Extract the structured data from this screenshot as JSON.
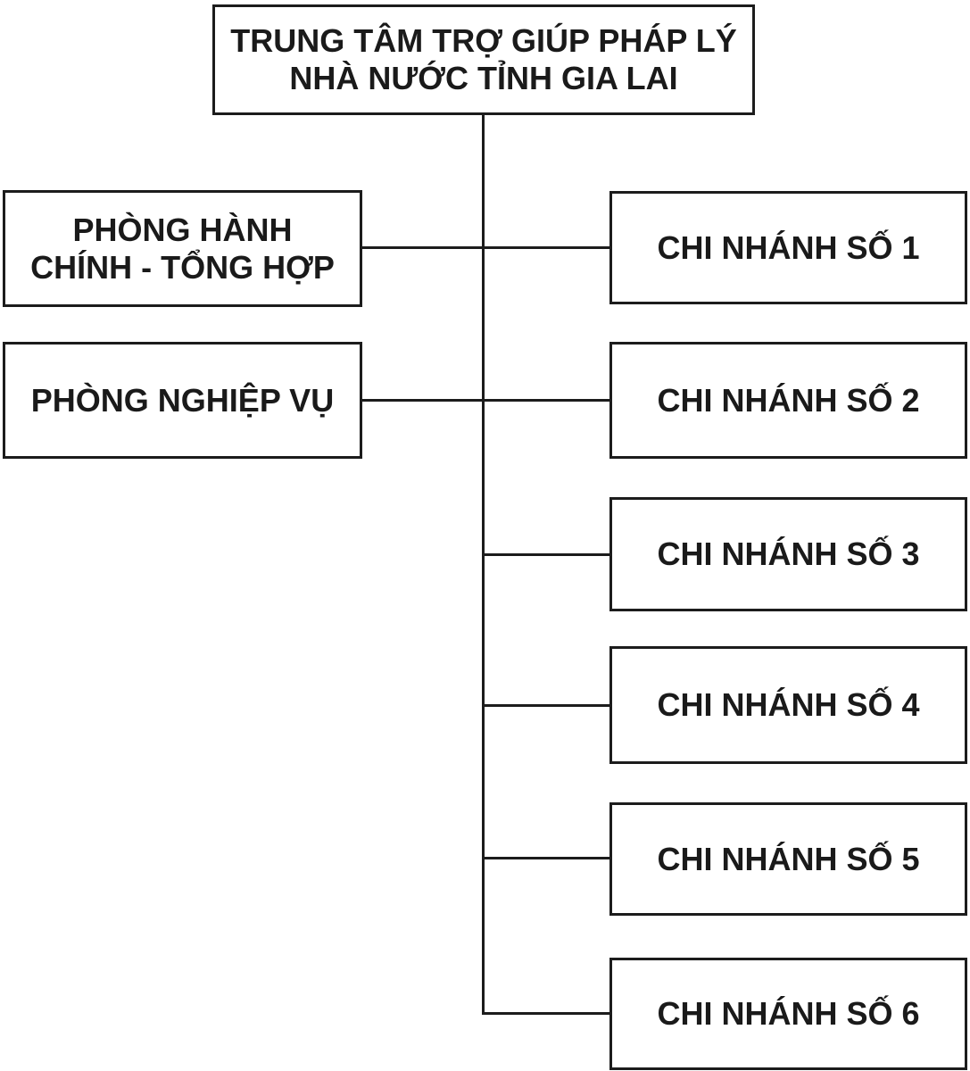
{
  "diagram": {
    "type": "org-chart",
    "root": {
      "label": "TRUNG TÂM TRỢ GIÚP PHÁP LÝ\nNHÀ NƯỚC TỈNH GIA LAI"
    },
    "departments": [
      {
        "label": "PHÒNG HÀNH\nCHÍNH - TỔNG HỢP"
      },
      {
        "label": "PHÒNG NGHIỆP VỤ"
      }
    ],
    "branches": [
      {
        "label": "CHI NHÁNH SỐ 1"
      },
      {
        "label": "CHI NHÁNH SỐ 2"
      },
      {
        "label": "CHI NHÁNH SỐ 3"
      },
      {
        "label": "CHI NHÁNH SỐ 4"
      },
      {
        "label": "CHI NHÁNH SỐ 5"
      },
      {
        "label": "CHI NHÁNH SỐ 6"
      }
    ],
    "colors": {
      "line": "#1c1c1c",
      "text": "#1a1a1a",
      "box_background": "#ffffff",
      "page_background": "#ffffff"
    }
  }
}
